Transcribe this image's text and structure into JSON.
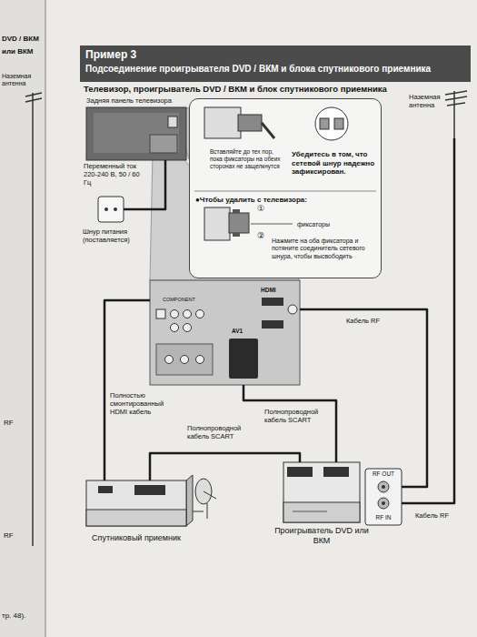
{
  "diagram": {
    "title": "Пример 3",
    "nodes": [
      {
        "text": [
          "Задняя панель телевизора"
        ]
      },
      {
        "text": [
          "Переменный ток 220-240 В, 50 / 60 Гц"
        ]
      },
      {
        "text": [
          "Вставляйте до тех пор, пока фиксаторы на обеих сторонах не защелкнутся",
          "Убедитесь в том, что сетевой шнур надежно зафиксирован.",
          "●Чтобы удалить с телевизора:",
          "фиксаторы",
          "Нажмите на оба фиксатора и потяните соединитель сетевого шнура, чтобы высвободить"
        ]
      },
      {
        "text": [
          "Наземная антенна"
        ]
      },
      {
        "text": [
          "HDMI",
          "COMPONENT",
          "AV1"
        ]
      },
      {
        "text": [
          "Спутниковый приемник"
        ]
      },
      {
        "text": [
          "Проигрыватель DVD или ВКМ"
        ]
      },
      {
        "text": [
          "RF OUT",
          "RF IN"
        ]
      }
    ],
    "edges": [
      {
        "from": 1,
        "to": 0,
        "arrow": "none",
        "label": "Шнур питания (поставляется)"
      },
      {
        "from": 4,
        "to": 5,
        "arrow": "none",
        "label": "Полностью смонтированный HDMI кабель"
      },
      {
        "from": 5,
        "to": 6,
        "arrow": "none",
        "label": "Полнопроводной кабель SCART"
      },
      {
        "from": 4,
        "to": 6,
        "arrow": "none",
        "label": "Полнопроводной кабель SCART"
      },
      {
        "from": 4,
        "to": 7,
        "arrow": "none",
        "label": "Кабель RF"
      },
      {
        "from": 3,
        "to": 7,
        "arrow": "none",
        "label": "Кабель RF"
      }
    ],
    "labels": [
      "DVD / ВКМ",
      "или ВКМ",
      "Наземная антенна",
      "RF",
      "RF",
      "тр. 48).",
      "Подсоединение проигрывателя DVD / ВКМ и блока спутникового приемника",
      "Телевизор, проигрыватель DVD / ВКМ и блок спутникового приемника",
      "①",
      "②"
    ]
  }
}
